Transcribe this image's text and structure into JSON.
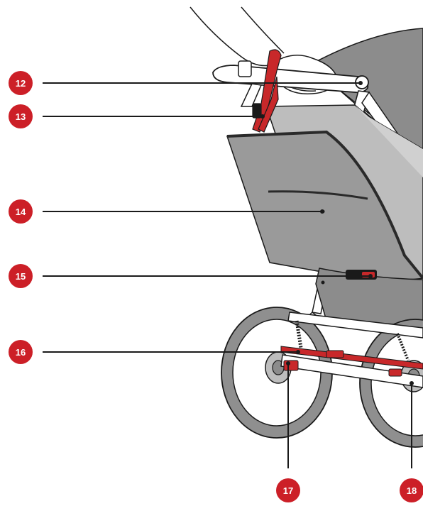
{
  "diagram": {
    "callouts": [
      {
        "number": "12",
        "part": "handlebar-brake"
      },
      {
        "number": "13",
        "part": "wrist-strap"
      },
      {
        "number": "14",
        "part": "seat-back-cover"
      },
      {
        "number": "15",
        "part": "recline-adjuster"
      },
      {
        "number": "16",
        "part": "rear-axle-brake-bar"
      },
      {
        "number": "17",
        "part": "left-wheel-hub"
      },
      {
        "number": "18",
        "part": "right-wheel-hub"
      }
    ],
    "colors": {
      "badge": "#cc1f27",
      "strap": "#c8282a",
      "fabric": "#9a9a9a",
      "fabric_dark": "#7d7d7d",
      "tire": "#8f8f8f",
      "outline": "#1a1a1a"
    }
  }
}
